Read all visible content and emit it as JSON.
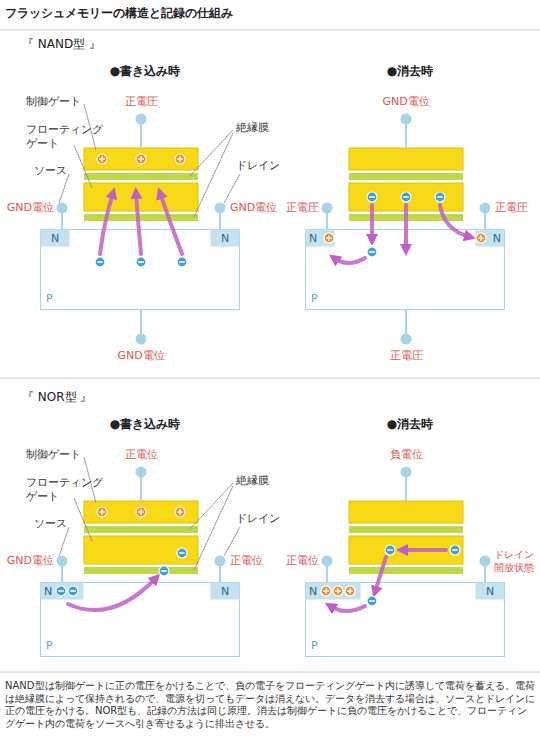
{
  "diagram": {
    "title": "フラッシュメモリーの構造と記録の仕組み",
    "caption": "NAND型は制御ゲートに正の電圧をかけることで、負の電子をフローティングゲート内に誘導して電荷を蓄える。電荷は絶縁膜によって保持されるので、電源を切ってもデータは消えない。データを消去する場合は、ソースとドレインに正の電圧をかける。NOR型も、記録の方法は同じ原理。消去は制御ゲートに負の電圧をかけることで、フローティングゲート内の電荷をソースへ引き寄せるように排出させる。",
    "nodes": [
      {
        "text": [
          "P"
        ]
      },
      {
        "text": [
          "N"
        ],
        "in": 0
      },
      {
        "text": [
          "N"
        ],
        "in": 0
      },
      {
        "text": [
          "P"
        ]
      },
      {
        "text": [
          "N"
        ],
        "in": 3
      },
      {
        "text": [
          "N"
        ],
        "in": 3
      },
      {
        "text": [
          "P"
        ]
      },
      {
        "text": [
          "N"
        ],
        "in": 6
      },
      {
        "text": [
          "N"
        ],
        "in": 6
      },
      {
        "text": [
          "P"
        ]
      },
      {
        "text": [
          "N"
        ],
        "in": 9
      },
      {
        "text": [
          "N"
        ],
        "in": 9
      }
    ],
    "labels": [
      "『 NAND型 』",
      "●書き込み時",
      "●消去時",
      "制御ゲート",
      "フローティング ゲート",
      "ソース",
      "絶縁膜",
      "ドレイン",
      "正電圧",
      "GND電位",
      "GND電位",
      "GND電位",
      "GND電位",
      "正電圧",
      "正電圧",
      "正電圧",
      "『 NOR型 』",
      "●書き込み時",
      "●消去時",
      "制御ゲート",
      "フローティング ゲート",
      "ソース",
      "絶縁膜",
      "ドレイン",
      "正電位",
      "GND電位",
      "正電位",
      "負電位",
      "正電位",
      "ドレイン 開放状態"
    ]
  }
}
